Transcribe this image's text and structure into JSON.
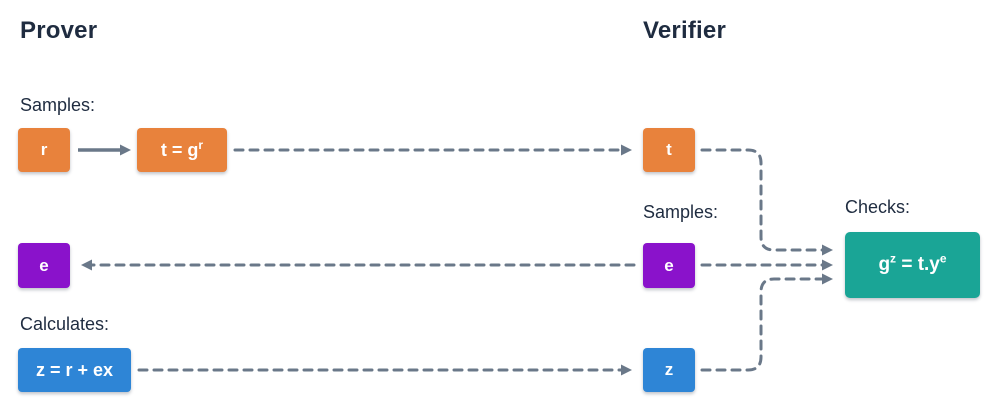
{
  "prover": {
    "title": "Prover",
    "samples_label": "Samples:",
    "calculates_label": "Calculates:",
    "r_box": "r",
    "t_expr": {
      "base": "t = g",
      "sup": "r"
    },
    "e_box": "e",
    "z_box": "z = r + ex"
  },
  "verifier": {
    "title": "Verifier",
    "samples_label": "Samples:",
    "t_box": "t",
    "e_box": "e",
    "z_box": "z"
  },
  "checks": {
    "label": "Checks:",
    "expr": {
      "p1": "g",
      "s1": "z",
      "p2": " = t.y",
      "s2": "e"
    }
  },
  "colors": {
    "orange": "#E8823C",
    "purple": "#8A12CB",
    "blue": "#2E85D6",
    "teal": "#1AA596",
    "arrow": "#6A7889",
    "text": "#1F2C40",
    "background": "#FFFFFF"
  }
}
